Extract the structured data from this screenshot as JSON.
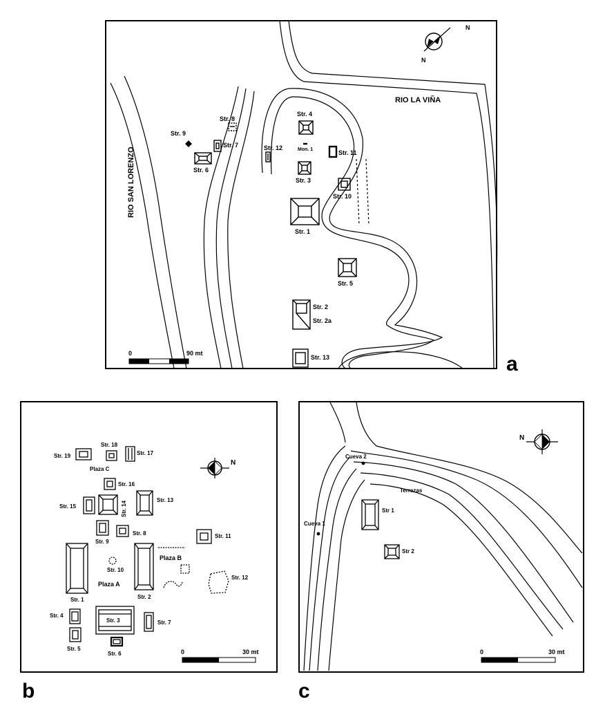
{
  "panel_a": {
    "panel_letter": "a",
    "rivers": {
      "san_lorenzo": "RIO SAN LORENZO",
      "la_vina": "RIO LA VIÑA"
    },
    "structures": {
      "str8": "Str. 8",
      "str9": "Str. 9",
      "str7": "Str. 7",
      "str6": "Str. 6",
      "str12": "Str. 12",
      "str4": "Str. 4",
      "mon1": "Mon. 1",
      "str11": "Str. 11",
      "str3": "Str. 3",
      "str10": "Str. 10",
      "str1": "Str. 1",
      "str5": "Str. 5",
      "str2": "Str. 2",
      "str2a": "Str. 2a",
      "str13": "Str. 13"
    },
    "north_labels": [
      "N",
      "N"
    ],
    "scale": {
      "start": "0",
      "end": "90 mt"
    }
  },
  "panel_b": {
    "panel_letter": "b",
    "structures": {
      "str19": "Str. 19",
      "str18": "Str. 18",
      "str17": "Str. 17",
      "str16": "Str. 16",
      "str15": "Str. 15",
      "str14": "Str. 14",
      "str13": "Str. 13",
      "str9": "Str. 9",
      "str8": "Str. 8",
      "str11": "Str. 11",
      "str10": "Str. 10",
      "str1": "Str. 1",
      "str2": "Str. 2",
      "str12": "Str. 12",
      "str4": "Str. 4",
      "str3": "Str. 3",
      "str7": "Str. 7",
      "str5": "Str. 5",
      "str6": "Str. 6"
    },
    "plazas": {
      "a": "Plaza A",
      "b": "Plaza B",
      "c": "Plaza C"
    },
    "north_label": "N",
    "scale": {
      "start": "0",
      "end": "30 mt"
    }
  },
  "panel_c": {
    "panel_letter": "c",
    "features": {
      "cueva1": "Cueva 1",
      "cueva2": "Cueva 2",
      "terrazas": "Terrazas",
      "str1": "Str 1",
      "str2": "Str 2"
    },
    "north_label": "N",
    "scale": {
      "start": "0",
      "end": "30 mt"
    }
  }
}
